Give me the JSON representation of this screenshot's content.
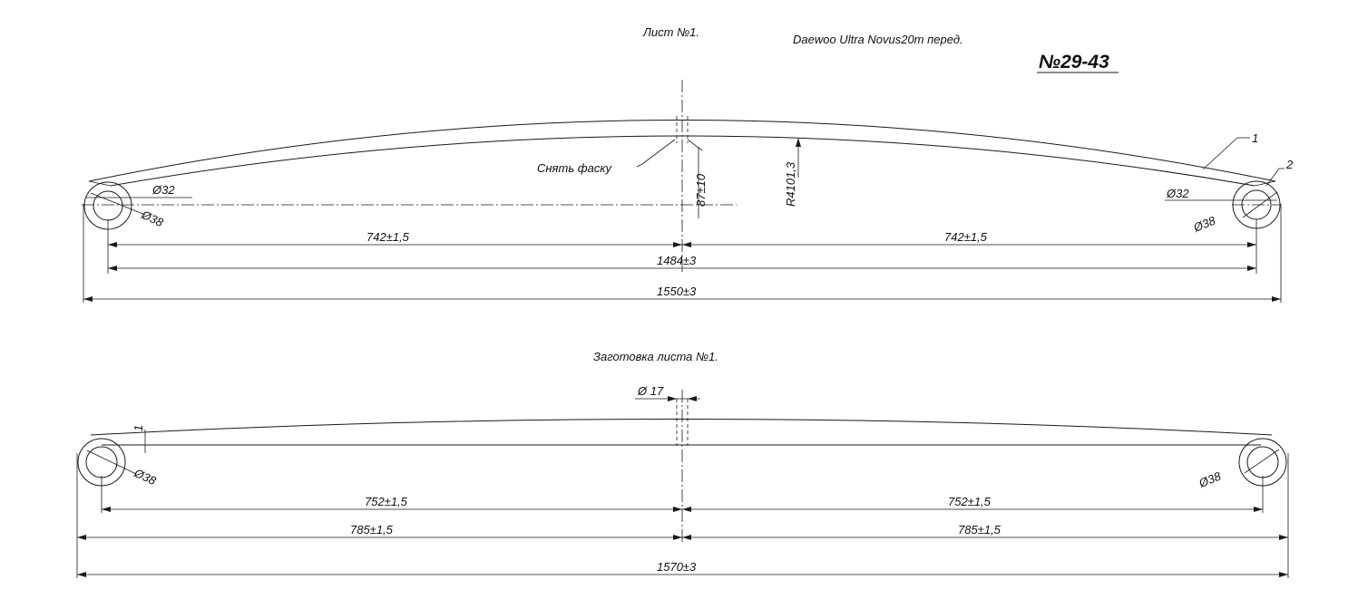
{
  "header": {
    "sheet_title": "Лист №1.",
    "vehicle": "Daewoo Ultra Novus20т перед.",
    "part_number": "№29-43"
  },
  "top_view": {
    "chamfer_note": "Снять фаску",
    "height": "87±10",
    "radius": "R4101,3",
    "leaf_callout_1": "1",
    "leaf_callout_2": "2",
    "left_eye_inner": "Ø32",
    "left_eye_outer": "Ø38",
    "right_eye_inner": "Ø32",
    "right_eye_outer": "Ø38",
    "half_left": "742±1,5",
    "half_right": "742±1,5",
    "eye_centers": "1484±3",
    "overall": "1550±3"
  },
  "bottom_view": {
    "title": "Заготовка листа №1.",
    "center_hole": "Ø 17",
    "edge_offset": "1",
    "left_eye": "Ø38",
    "right_eye": "Ø38",
    "half_left": "752±1,5",
    "half_right": "752±1,5",
    "outer_left": "785±1,5",
    "outer_right": "785±1,5",
    "overall": "1570±3"
  }
}
